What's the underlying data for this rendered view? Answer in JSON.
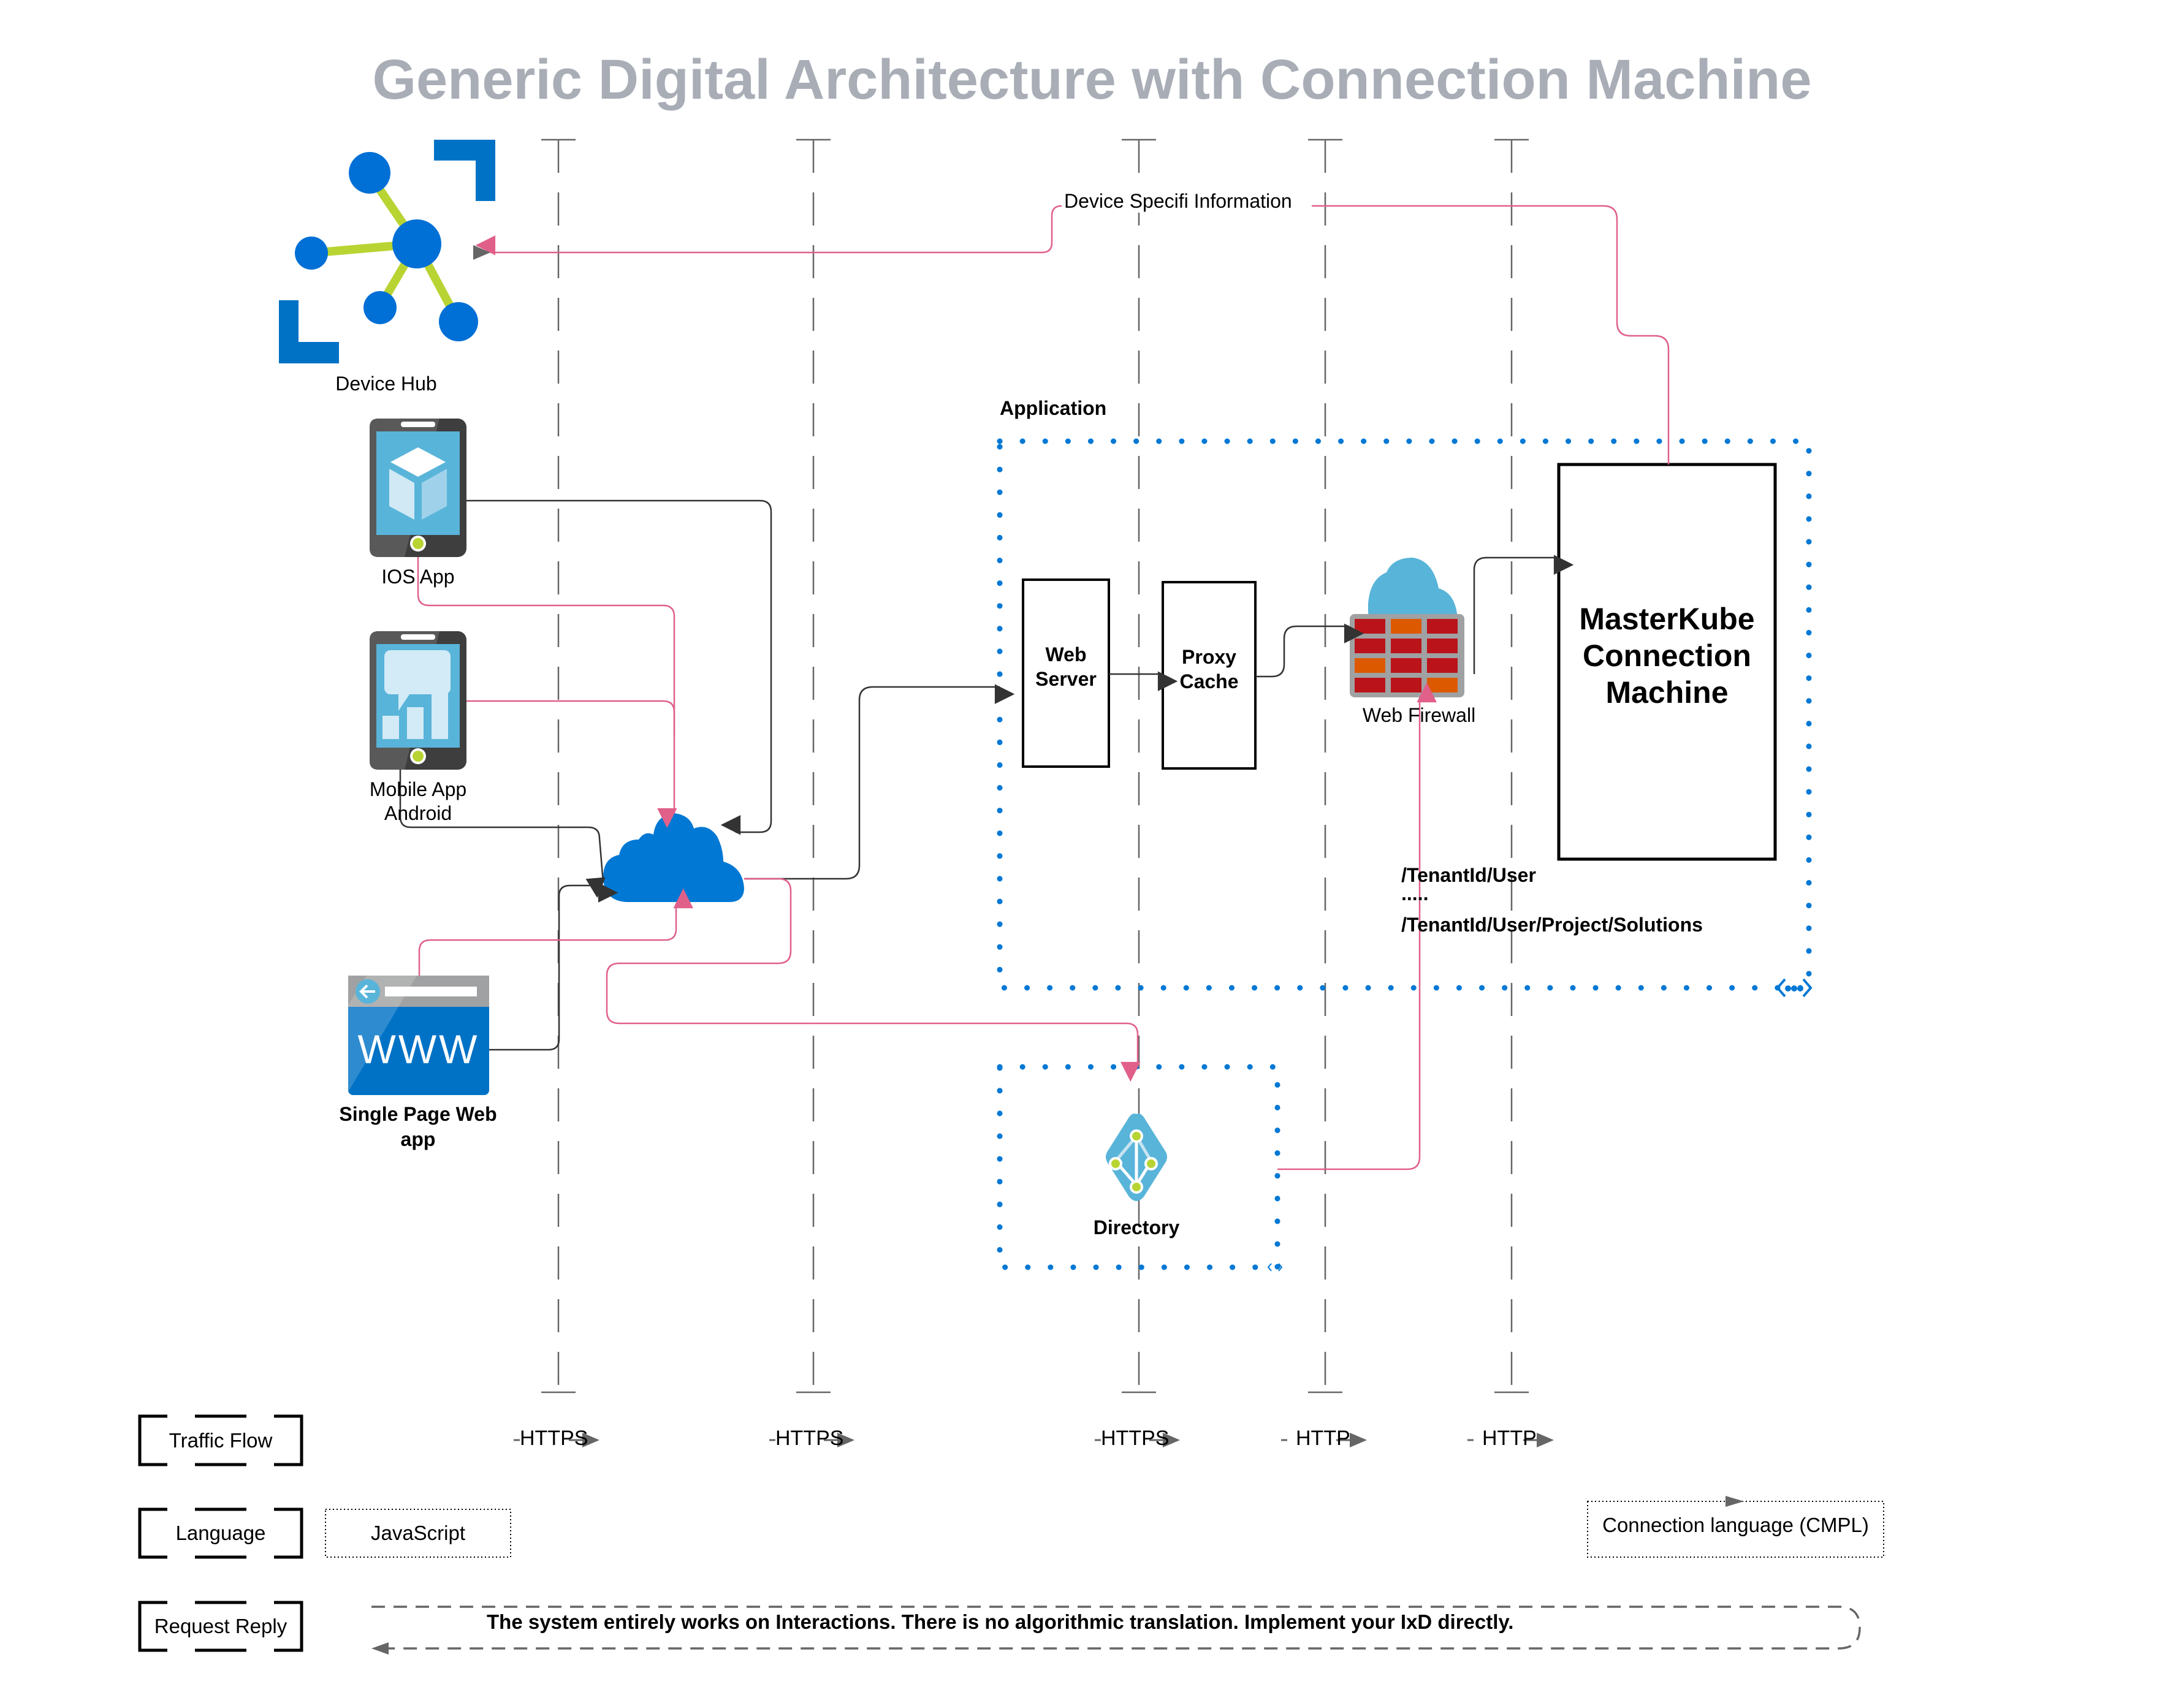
{
  "title": "Generic Digital Architecture with Connection Machine",
  "nodes": {
    "device_hub": {
      "label": "Device Hub",
      "icon": "device-hub-icon"
    },
    "ios_app": {
      "label": "IOS App",
      "icon": "mobile-app-cube-icon"
    },
    "android_app": {
      "label_line1": "Mobile App",
      "label_line2": "Android",
      "icon": "mobile-app-chart-icon"
    },
    "cloud": {
      "icon": "cloud-icon"
    },
    "spa": {
      "label_line1": "Single Page Web",
      "label_line2": "app",
      "icon": "www-browser-icon",
      "icon_text": "WWW"
    },
    "application_group": {
      "label": "Application"
    },
    "web_server": {
      "label_line1": "Web",
      "label_line2": "Server"
    },
    "proxy_cache": {
      "label_line1": "Proxy",
      "label_line2": "Cache"
    },
    "web_firewall": {
      "label": "Web Firewall",
      "icon": "web-firewall-icon"
    },
    "masterkube": {
      "label_line1": "MasterKube",
      "label_line2": "Connection",
      "label_line3": "Machine"
    },
    "directory": {
      "label": "Directory",
      "icon": "directory-icon"
    }
  },
  "annotations": {
    "device_info": "Device Specifi Information",
    "tenant_path_1": "/TenantId/User",
    "tenant_ellipsis": ".....",
    "tenant_path_2": "/TenantId/User/Project/Solutions"
  },
  "legend": {
    "traffic_flow": "Traffic Flow",
    "language": "Language",
    "request_reply": "Request Reply",
    "protocols": [
      "HTTPS",
      "HTTPS",
      "HTTPS",
      "HTTP",
      "HTTP"
    ],
    "language_js": "JavaScript",
    "language_cmpl": "Connection language (CMPL)",
    "request_reply_note": "The system entirely works on Interactions. There is no algorithmic translation.  Implement your IxD  directly."
  },
  "colors": {
    "title": "#a8adb6",
    "azure_blue": "#0078d4",
    "pink_flow": "#e0608a",
    "dark_flow": "#333333",
    "lane_gray": "#666666",
    "firewall_red": "#ba141a",
    "firewall_orange": "#dd5900",
    "lime": "#b8d432",
    "light_blue": "#59b4d9"
  }
}
